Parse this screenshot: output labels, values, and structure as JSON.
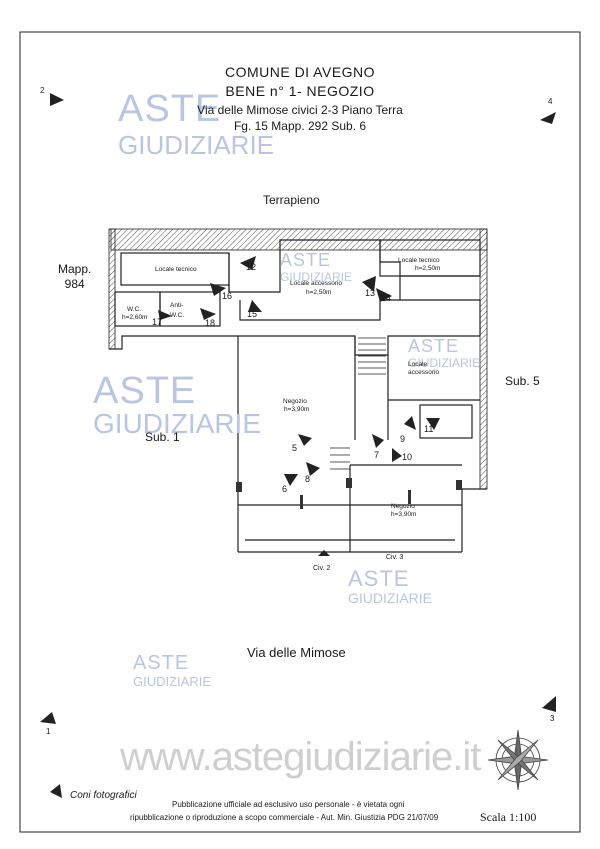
{
  "header": {
    "line1": "COMUNE DI AVEGNO",
    "line2": "BENE n° 1- NEGOZIO",
    "line3": "Via delle Mimose civici 2-3 Piano Terra",
    "line4": "Fg. 15 Mapp. 292 Sub. 6"
  },
  "labels": {
    "terrapieno": "Terrapieno",
    "mapp_line1": "Mapp.",
    "mapp_line2": "984",
    "sub5": "Sub. 5",
    "sub1": "Sub. 1",
    "street": "Via delle Mimose"
  },
  "rooms": {
    "locale_tecnico_left": "Locale tecnico",
    "locale_tecnico_right": "Locale tecnico",
    "locale_tecnico_right_h": "h=2,50m",
    "locale_accessorio": "Locale accessorio",
    "locale_accessorio_h": "h=2,50m",
    "wc": "W.C.",
    "wc_h": "h=2,60m",
    "anti_wc_1": "Anti-",
    "anti_wc_2": "W.C.",
    "negozio_main": "Negozio",
    "negozio_main_h": "h=3,90m",
    "locale_accessorio_2a": "Locale",
    "locale_accessorio_2b": "accessorio",
    "negozio_small": "Negozio",
    "negozio_small_h": "h=3,90m"
  },
  "entrances": {
    "civ2": "Civ. 2",
    "civ3": "Civ. 3"
  },
  "photo_cones": [
    "1",
    "2",
    "3",
    "4",
    "5",
    "6",
    "7",
    "8",
    "9",
    "10",
    "11",
    "12",
    "13",
    "14",
    "15",
    "16",
    "17",
    "18"
  ],
  "watermark": {
    "aste": "ASTE",
    "giudiziarie": "GIUDIZIARIE",
    "site": "www.astegiudiziarie.it"
  },
  "footer": {
    "coni_label": "Coni fotografici",
    "publication_line1": "Pubblicazione ufficiale ad esclusivo uso personale - è vietata ogni",
    "publication_line2": "ripubblicazione o riproduzione a scopo commerciale - Aut. Min. Giustizia PDG 21/07/09",
    "scale": "Scala 1:100"
  }
}
